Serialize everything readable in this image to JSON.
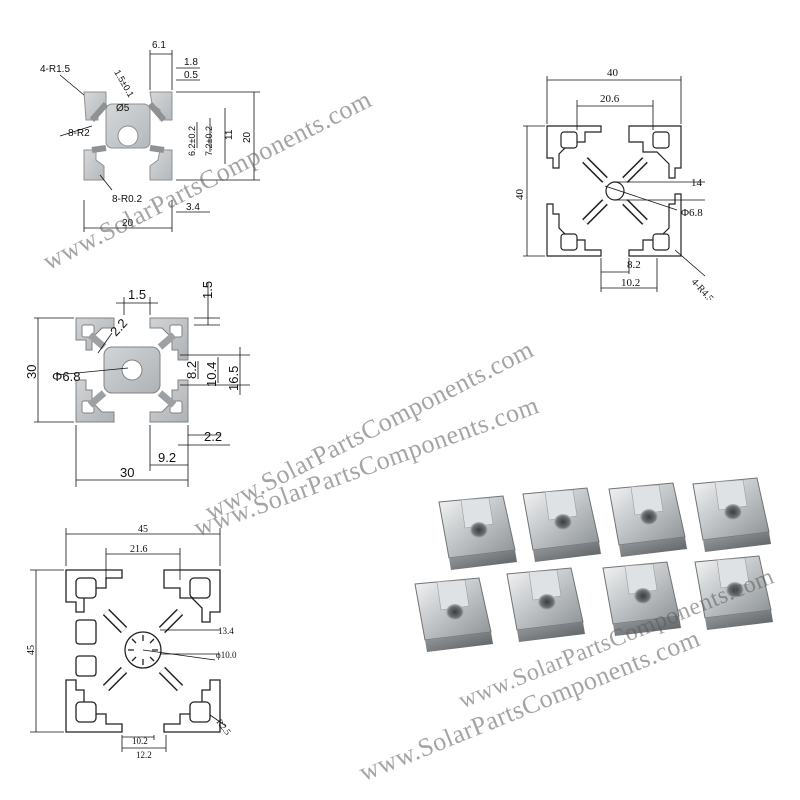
{
  "profile_2020": {
    "labels": {
      "r_outer": "4-R1.5",
      "w_61": "6.1",
      "w_18": "1.8",
      "w_05": "0.5",
      "tol": "1.5±0.1",
      "hole": "Ø5",
      "r_inner": "8-R2",
      "slot1": "6.2±0.2",
      "slot2": "7.2±0.2",
      "h_11": "11",
      "h_20": "20",
      "r_small": "8-R0.2",
      "w_34": "3.4",
      "width": "20"
    }
  },
  "profile_4040": {
    "labels": {
      "width": "40",
      "slot": "20.6",
      "height": "40",
      "d14": "14",
      "hole": "Φ6.8",
      "radius": "4-R4.5",
      "d82": "8.2",
      "d102": "10.2"
    }
  },
  "profile_3030": {
    "labels": {
      "t15a": "1.5",
      "t15b": "1.5",
      "r22": "2.2",
      "height": "30",
      "hole": "Φ6.8",
      "d82": "8.2",
      "d104": "10.4",
      "d165": "16.5",
      "d22": "2.2",
      "d92": "9.2",
      "width": "30"
    }
  },
  "profile_4545": {
    "labels": {
      "width": "45",
      "slot": "21.6",
      "height": "45",
      "d134": "13.4",
      "hole": "ϕ10.0",
      "radius": "R2.5",
      "d102": "10.2",
      "d122": "12.2"
    }
  },
  "tnuts": {
    "count": 8
  },
  "watermarks": [
    "www.SolarPartsComponents.com",
    "www.SolarPartsComponents.com",
    "www.SolarPartsComponents.com",
    "www.SolarPartsComponents.com",
    "www.SolarPartsComponents.com"
  ],
  "colors": {
    "aluminum": "#c9ccce",
    "aluminum_edge": "#8e9294",
    "ink": "#111111"
  }
}
